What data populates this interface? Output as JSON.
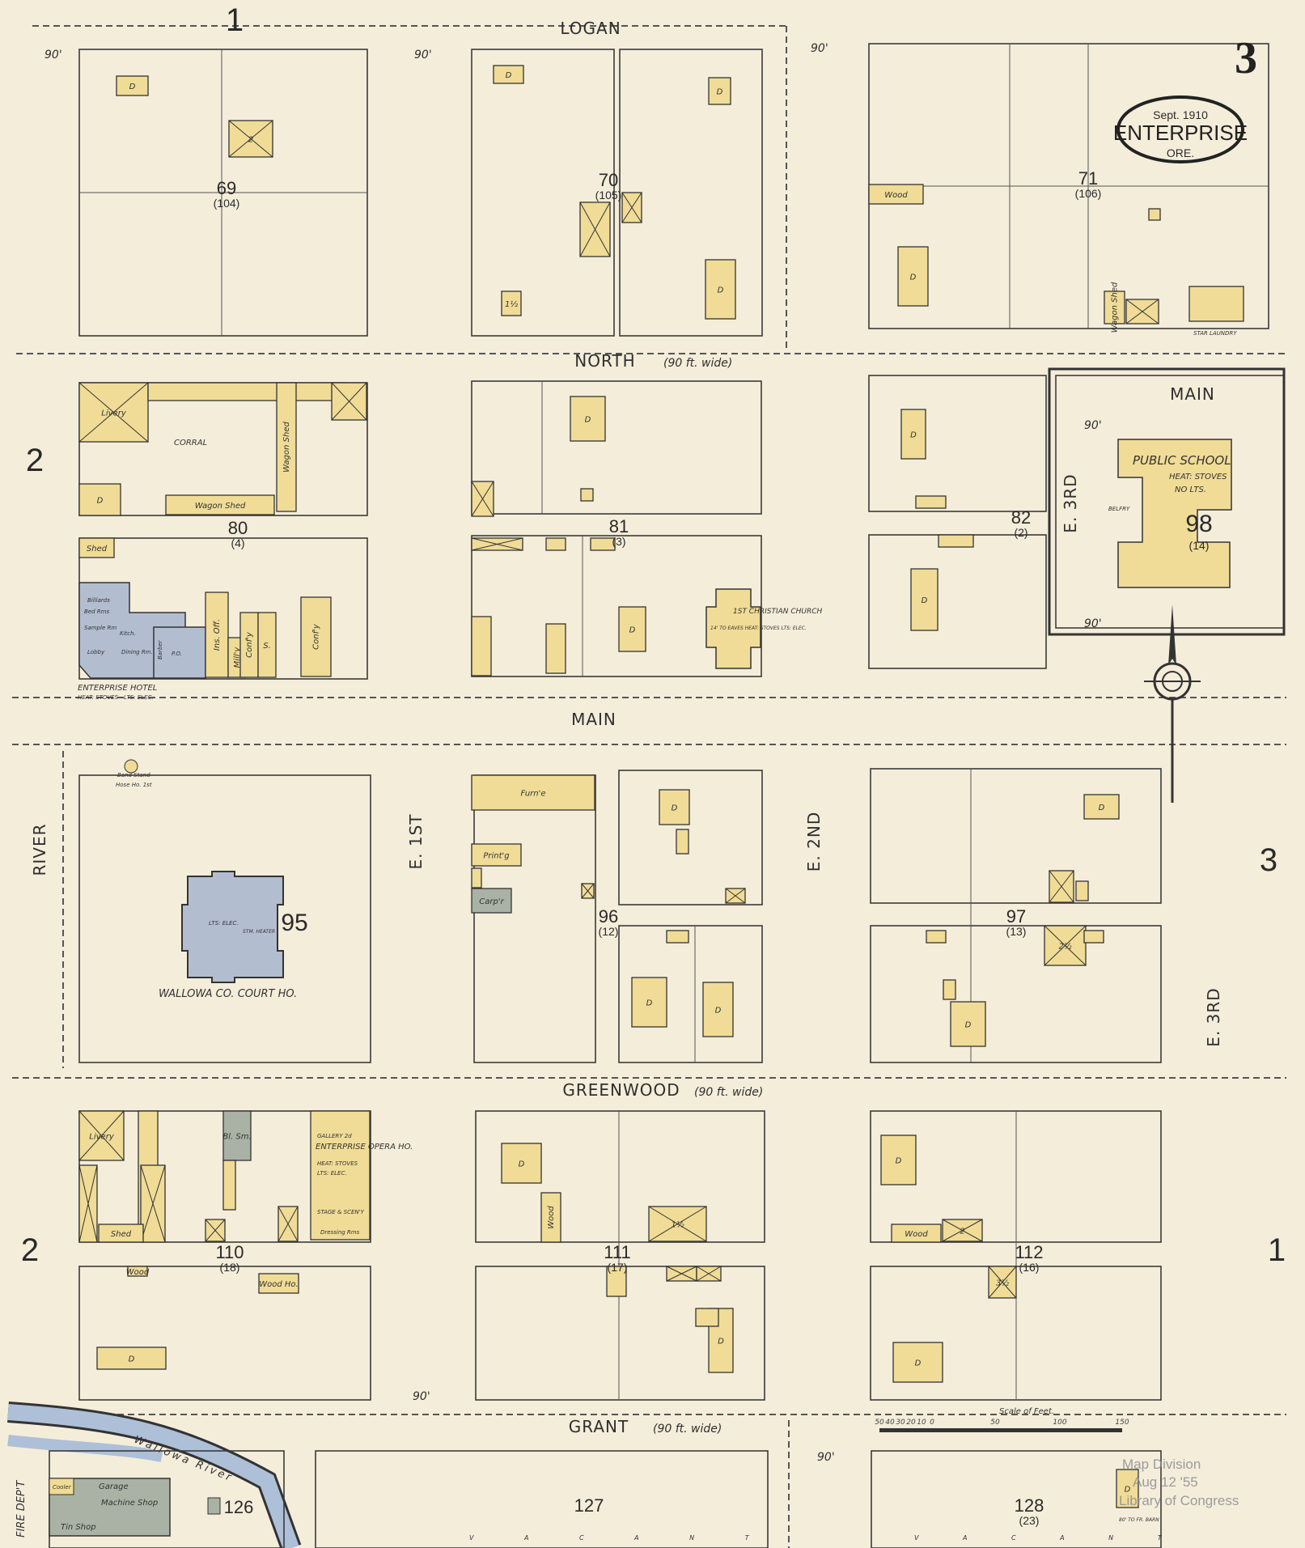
{
  "sheet": {
    "number": "3",
    "title_date": "Sept. 1910",
    "title_city": "ENTERPRISE",
    "title_state": "ORE."
  },
  "margin_refs": {
    "left_top": "2",
    "left_bottom": "2",
    "right_middle": "3",
    "right_bottom": "1",
    "top": "1"
  },
  "streets": {
    "logan": "LOGAN",
    "north": "NORTH",
    "north_width": "(90 ft. wide)",
    "main": "MAIN",
    "main_upper": "MAIN",
    "greenwood": "GREENWOOD",
    "greenwood_width": "(90 ft. wide)",
    "grant": "GRANT",
    "grant_width": "(90 ft. wide)",
    "river": "RIVER",
    "e1st": "E. 1ST",
    "e2nd": "E. 2ND",
    "e3rd_upper": "E. 3RD",
    "e3rd_lower": "E. 3RD",
    "width_90": "90'"
  },
  "blocks": [
    {
      "number": "69",
      "old": "(104)"
    },
    {
      "number": "70",
      "old": "(105)"
    },
    {
      "number": "71",
      "old": "(106)"
    },
    {
      "number": "80",
      "old": "(4)"
    },
    {
      "number": "81",
      "old": "(3)"
    },
    {
      "number": "82",
      "old": "(2)"
    },
    {
      "number": "98",
      "old": "(14)"
    },
    {
      "number": "95",
      "old": ""
    },
    {
      "number": "96",
      "old": "(12)"
    },
    {
      "number": "97",
      "old": "(13)"
    },
    {
      "number": "110",
      "old": "(18)"
    },
    {
      "number": "111",
      "old": "(17)"
    },
    {
      "number": "112",
      "old": "(16)"
    },
    {
      "number": "126",
      "old": ""
    },
    {
      "number": "127",
      "old": ""
    },
    {
      "number": "128",
      "old": "(23)"
    }
  ],
  "landmarks": {
    "public_school": "PUBLIC SCHOOL",
    "school_heat": "HEAT: STOVES",
    "school_lts": "NO LTS.",
    "school_belfry": "BELFRY",
    "church": "1ST CHRISTIAN CHURCH",
    "church_notes": "14' TO EAVES HEAT: STOVES LTS: ELEC.",
    "hotel": "ENTERPRISE HOTEL",
    "hotel_notes": "HEAT: STOVES - LTS: ELEC.",
    "hotel_rooms": [
      "Billiards",
      "Bed Rms",
      "Sample Rm",
      "Kitch.",
      "Lobby",
      "Dining Rm.",
      "Barber",
      "P.O."
    ],
    "courthouse": "WALLOWA CO. COURT HO.",
    "courthouse_lts": "LTS: ELEC.",
    "courthouse_heat": "STM. HEATER",
    "band_stand": "Band Stand",
    "hose_house": "Hose Ho. 1st",
    "opera": "ENTERPRISE OPERA HO.",
    "opera_gallery": "GALLERY 2d",
    "opera_heat": "HEAT: STOVES",
    "opera_lts": "LTS: ELEC.",
    "opera_stage": "STAGE & SCEN'Y",
    "opera_dressing": "Dressing Rms",
    "star_laundry": "STAR LAUNDRY",
    "corral": "CORRAL",
    "garage": "Garage",
    "machine_shop": "Machine Shop",
    "tin_shop": "Tin Shop",
    "cooler": "Cooler",
    "wallowa_river": "Wallowa River",
    "fire_dept": "FIRE DEP'T",
    "vacant": "V A C A N T",
    "scale": "Scale of Feet.",
    "scale_ticks": [
      "50",
      "40",
      "30",
      "20",
      "10",
      "0",
      "50",
      "100",
      "150"
    ],
    "barn_note": "80' TO FR. BARN"
  },
  "buildings": [
    {
      "label": "D"
    },
    {
      "label": "2"
    },
    {
      "label": "D"
    },
    {
      "label": "D"
    },
    {
      "label": ""
    },
    {
      "label": ""
    },
    {
      "label": "1½"
    },
    {
      "label": "D"
    },
    {
      "label": "Wood"
    },
    {
      "label": "D"
    },
    {
      "label": "Wagon Shed"
    },
    {
      "label": ""
    },
    {
      "label": ""
    },
    {
      "label": ""
    },
    {
      "label": "Livery"
    },
    {
      "label": ""
    },
    {
      "label": "Wagon Shed"
    },
    {
      "label": ""
    },
    {
      "label": "D"
    },
    {
      "label": "Wagon Shed"
    },
    {
      "label": "Shed"
    },
    {
      "label": "Ins. Off."
    },
    {
      "label": "Mill'y"
    },
    {
      "label": "Conf'y"
    },
    {
      "label": "S."
    },
    {
      "label": "Conf'y"
    },
    {
      "label": "D"
    },
    {
      "label": ""
    },
    {
      "label": ""
    },
    {
      "label": ""
    },
    {
      "label": ""
    },
    {
      "label": ""
    },
    {
      "label": ""
    },
    {
      "label": "D"
    },
    {
      "label": ""
    },
    {
      "label": "D"
    },
    {
      "label": ""
    },
    {
      "label": ""
    },
    {
      "label": "D"
    },
    {
      "label": "Furn'e"
    },
    {
      "label": "Print'g"
    },
    {
      "label": "Carp'r"
    },
    {
      "label": ""
    },
    {
      "label": "D"
    },
    {
      "label": ""
    },
    {
      "label": ""
    },
    {
      "label": "D"
    },
    {
      "label": "D"
    },
    {
      "label": ""
    },
    {
      "label": ""
    },
    {
      "label": "D"
    },
    {
      "label": ""
    },
    {
      "label": ""
    },
    {
      "label": "2½"
    },
    {
      "label": ""
    },
    {
      "label": "D"
    },
    {
      "label": ""
    },
    {
      "label": ""
    },
    {
      "label": "Livery"
    },
    {
      "label": ""
    },
    {
      "label": "Shed"
    },
    {
      "label": ""
    },
    {
      "label": "Shed"
    },
    {
      "label": "Bl. Sm."
    },
    {
      "label": ""
    },
    {
      "label": ""
    },
    {
      "label": ""
    },
    {
      "label": ""
    },
    {
      "label": "Wood"
    },
    {
      "label": "Wood Ho."
    },
    {
      "label": "D"
    },
    {
      "label": "D"
    },
    {
      "label": "Wood"
    },
    {
      "label": "1½"
    },
    {
      "label": ""
    },
    {
      "label": ""
    },
    {
      "label": ""
    },
    {
      "label": "D"
    },
    {
      "label": ""
    },
    {
      "label": "D"
    },
    {
      "label": "Wood"
    },
    {
      "label": "2"
    },
    {
      "label": "3½"
    },
    {
      "label": "D"
    },
    {
      "label": "D"
    }
  ],
  "stamp": {
    "line1": "Map Division",
    "line2": "Aug 12 '55",
    "line3": "Library of Congress"
  },
  "colors": {
    "paper": "#f4edda",
    "frame": "#f0dc96",
    "brick": "#b3bdd0",
    "iron": "#a9b2a4",
    "river": "#aebfd8"
  }
}
